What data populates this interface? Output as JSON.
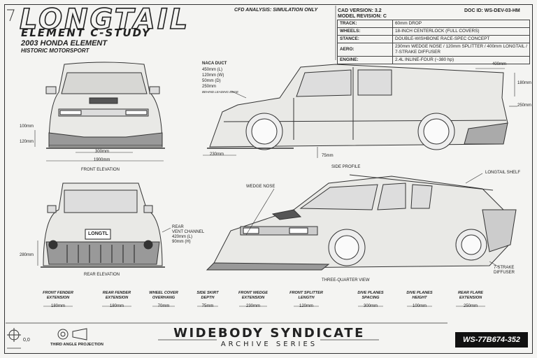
{
  "header": {
    "title": "LONGTAIL",
    "subtitle": "ELEMENT C-STUDY",
    "vehicle": "2003 HONDA ELEMENT",
    "category": "HISTORIC MOTORSPORT",
    "analysis_note": "CFD ANALYSIS: SIMULATION ONLY",
    "cad_version": "CAD VERSION: 3.2",
    "model_revision": "MODEL REVISION: C",
    "doc_id": "DOC ID: WS-DEV-03-HM"
  },
  "spec_table": [
    {
      "key": "TRACK:",
      "value": "60mm DROP"
    },
    {
      "key": "WHEELS:",
      "value": "18-INCH CENTERLOCK (FULL COVERS)"
    },
    {
      "key": "STANCE:",
      "value": "DOUBLE-WISHBONE RACE-SPEC CONCEPT"
    },
    {
      "key": "AERO:",
      "value": "230mm WEDGE NOSE / 120mm SPLITTER / 400mm LONGTAIL / 7-STRAKE DIFFUSER"
    },
    {
      "key": "ENGINE:",
      "value": "2.4L INLINE-FOUR (~380 hp)"
    }
  ],
  "views": {
    "front_elevation": "FRONT ELEVATION",
    "side_profile": "SIDE PROFILE",
    "rear_elevation": "REAR ELEVATION",
    "three_quarter": "THREE-QUARTER VIEW"
  },
  "front_dims": {
    "h1": "100mm",
    "h2": "120mm",
    "inner": "300mm",
    "width": "1900mm"
  },
  "side_dims": {
    "tail": "400mm",
    "tail_h": "180mm",
    "rear": "250mm",
    "front": "230mm",
    "ride": "75mm"
  },
  "naca": {
    "title": "NACA DUCT",
    "l": "450mm (L)",
    "w": "120mm (W)",
    "d": "50mm (D)",
    "depth": "250mm",
    "note": "BEHIND LEADING EDGE"
  },
  "rear_vent": {
    "line1": "REAR",
    "line2": "VENT CHANNEL",
    "line3": "420mm (L)",
    "line4": "90mm (H)"
  },
  "rear_dims": {
    "height": "280mm",
    "plate": "LONGTL"
  },
  "callouts": {
    "wedge_nose": "WEDGE NOSE",
    "longtail_shelf": "LONGTAIL SHELF",
    "diffuser_1": "7-STRAKE",
    "diffuser_2": "DIFFUSER"
  },
  "bottom_dims": [
    {
      "label1": "FRONT FENDER",
      "label2": "EXTENSION",
      "value": "180mm"
    },
    {
      "label1": "REAR FENDER",
      "label2": "EXTENSION",
      "value": "180mm"
    },
    {
      "label1": "WHEEL COVER",
      "label2": "OVERHANG",
      "value": "70mm"
    },
    {
      "label1": "SIDE SKIRT",
      "label2": "DEPTH",
      "value": "75mm"
    },
    {
      "label1": "FRONT WEDGE",
      "label2": "EXTENSION",
      "value": "230mm"
    },
    {
      "label1": "FRONT SPLITTER",
      "label2": "LENGTH",
      "value": "120mm"
    },
    {
      "label1": "DIVE PLANES",
      "label2": "SPACING",
      "value": "300mm"
    },
    {
      "label1": "DIVE PLANES",
      "label2": "HEIGHT",
      "value": "100mm"
    },
    {
      "label1": "REAR FLARE",
      "label2": "EXTENSION",
      "value": "250mm"
    }
  ],
  "footer": {
    "brand": "WIDEBODY SYNDICATE",
    "series": "ARCHIVE SERIES",
    "code": "WS-77B674-352",
    "origin": "0,0",
    "projection": "THIRD ANGLE PROJECTION"
  }
}
